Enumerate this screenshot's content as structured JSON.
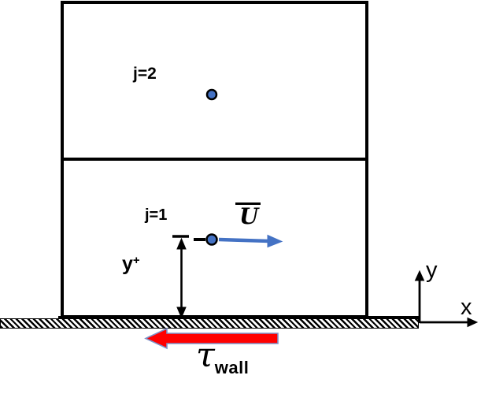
{
  "diagram": {
    "cell_top_label": "j=2",
    "cell_bottom_label": "j=1",
    "velocity_label": "U",
    "yplus_base": "y",
    "yplus_sup": "+",
    "tau_symbol": "τ",
    "tau_subscript": "wall",
    "x_axis_label": "x",
    "y_axis_label": "y",
    "colors": {
      "cell_center_blue": "#4472C4",
      "velocity_arrow_blue": "#4472C4",
      "shear_arrow_red": "#FF0000",
      "shear_arrow_outline": "#7E92C8",
      "line_black": "#000000",
      "background": "#FFFFFF"
    }
  }
}
